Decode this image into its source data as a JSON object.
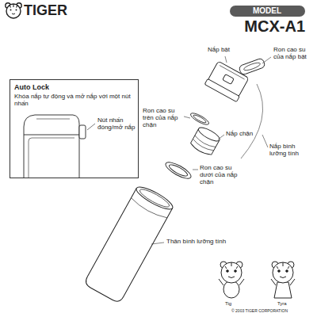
{
  "diagram": {
    "nodes": [
      {
        "text": [
          "MODEL"
        ]
      },
      {
        "text": [
          "Auto Lock",
          "Khóa nắp tự động và mở nắp với một nút nhấn",
          "Nút nhấn đóng/mở nắp"
        ]
      }
    ],
    "labels": [
      "TIGER",
      "MCX-A1",
      "Nắp bật",
      "Ron cao su của nắp bật",
      "Ron cao su trên của nắp chặn",
      "Nắp chặn",
      "Nắp bình lưỡng tính",
      "Ron cao su dưới của nắp chặn",
      "Thân bình lưỡng tính",
      "Tig",
      "Tyra",
      "© 2003 TIGER CORPORATION"
    ]
  }
}
